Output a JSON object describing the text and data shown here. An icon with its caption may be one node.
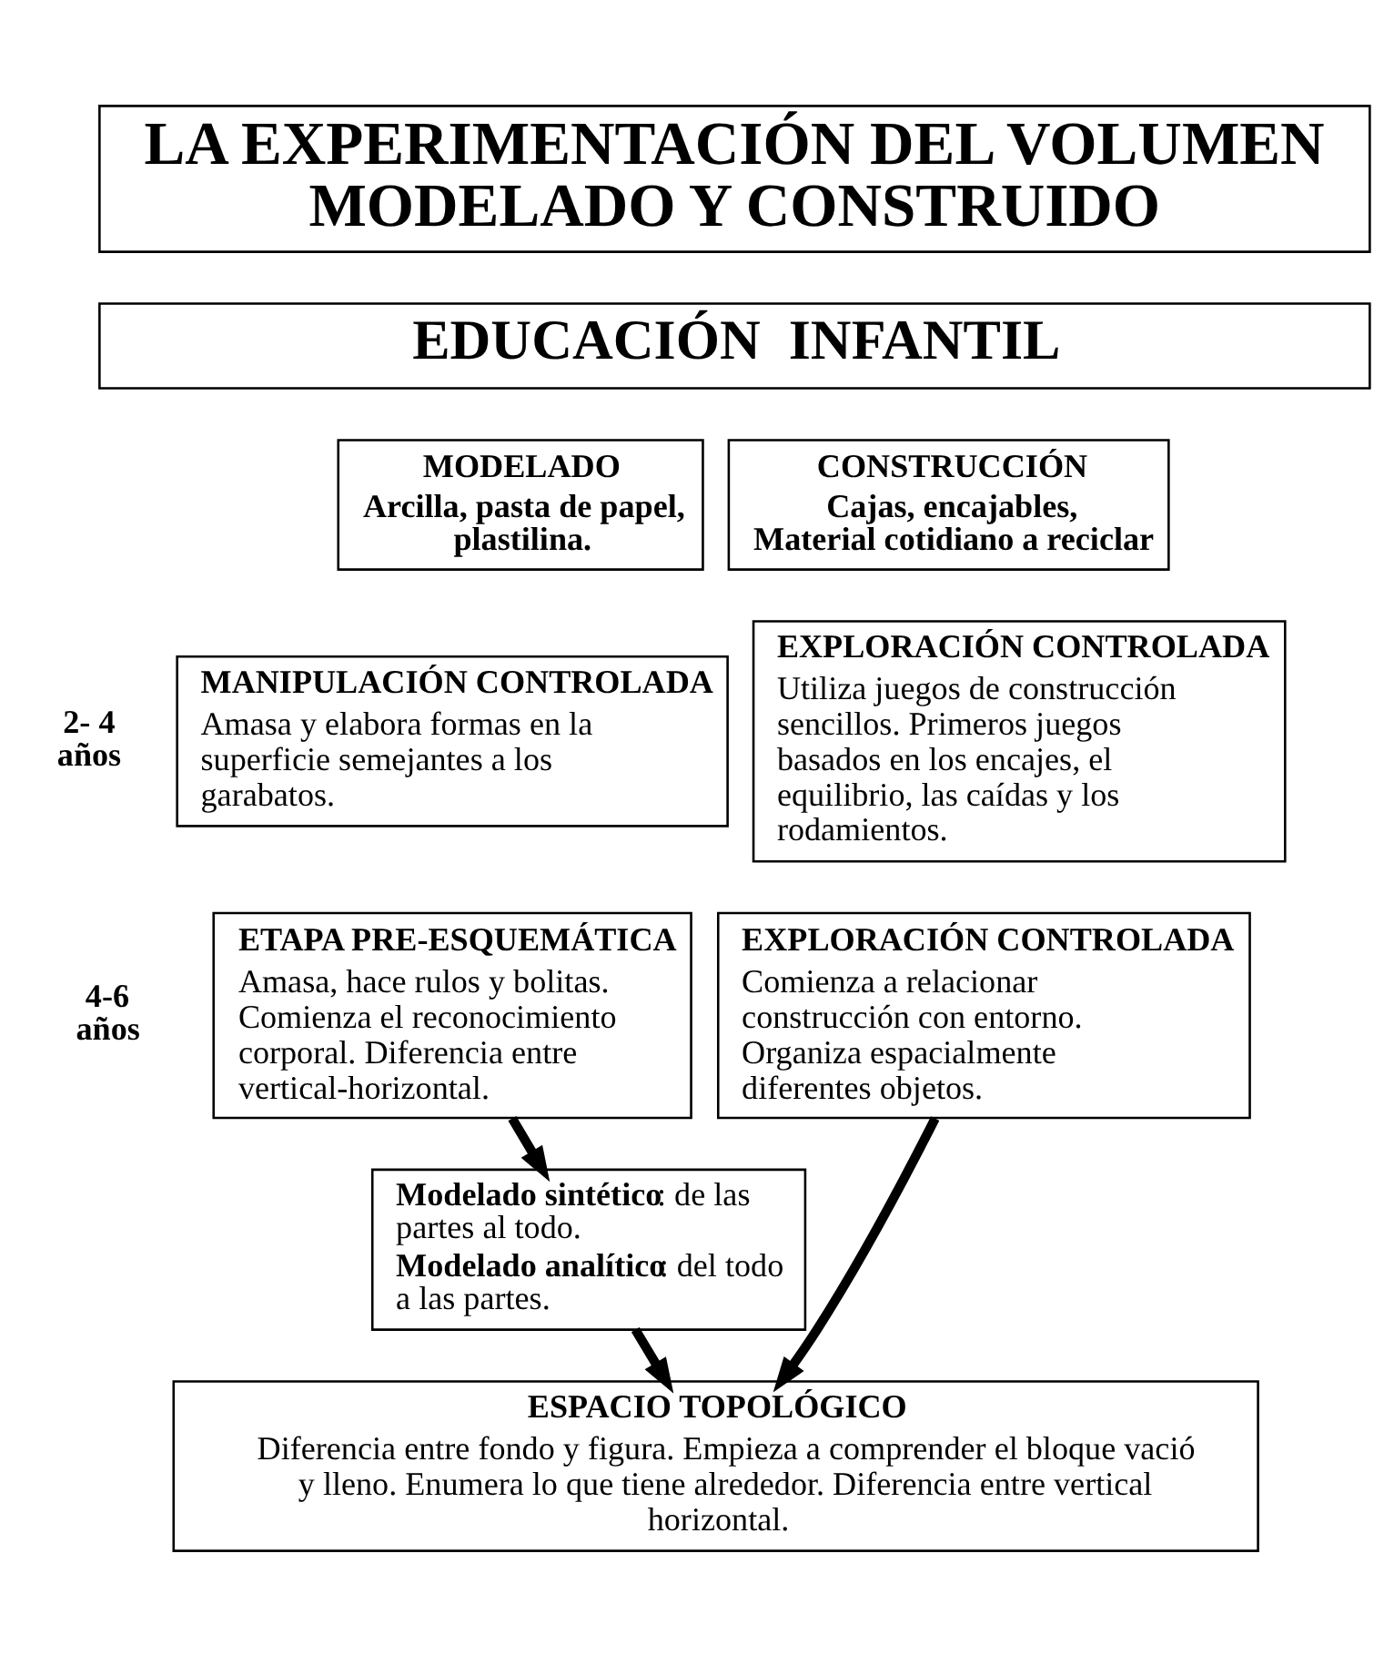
{
  "diagram": {
    "nodes": [
      {
        "text": [
          "LA EXPERIMENTACIÓN DEL VOLUMEN MODELADO Y CONSTRUIDO"
        ]
      },
      {
        "text": [
          "EDUCACIÓN  INFANTIL"
        ]
      },
      {
        "text": [
          "MODELADO",
          "Arcilla, pasta de papel, plastilina."
        ]
      },
      {
        "text": [
          "CONSTRUCCIÓN",
          "Cajas, encajables, Material cotidiano a reciclar"
        ]
      },
      {
        "text": [
          "2- 4 años"
        ]
      },
      {
        "text": [
          "MANIPULACIÓN CONTROLADA",
          "Amasa y elabora formas en la superficie semejantes a los garabatos."
        ]
      },
      {
        "text": [
          "EXPLORACIÓN CONTROLADA",
          "Utiliza juegos de construcción sencillos. Primeros juegos basados en los encajes, el equilibrio, las caídas y los rodamientos."
        ]
      },
      {
        "text": [
          "4-6 años"
        ]
      },
      {
        "text": [
          "ETAPA PRE-ESQUEMÁTICA",
          "Amasa, hace rulos y bolitas. Comienza el reconocimiento corporal. Diferencia entre vertical-horizontal."
        ]
      },
      {
        "text": [
          "EXPLORACIÓN CONTROLADA",
          "Comienza a relacionar construcción con entorno. Organiza espacialmente diferentes objetos."
        ]
      },
      {
        "text": [
          "**Modelado sintético**: de las partes al todo.",
          "**Modelado analítico**: del todo a las partes."
        ]
      },
      {
        "text": [
          "ESPACIO TOPOLÓGICO",
          "Diferencia entre fondo y figura. Empieza a comprender el bloque vació y lleno. Enumera lo que tiene alrededor. Diferencia entre vertical horizontal."
        ]
      }
    ],
    "edges": [
      {
        "from": 8,
        "to": 10,
        "arrow": "to"
      },
      {
        "from": 10,
        "to": 11,
        "arrow": "to"
      },
      {
        "from": 9,
        "to": 11,
        "arrow": "to"
      }
    ]
  }
}
